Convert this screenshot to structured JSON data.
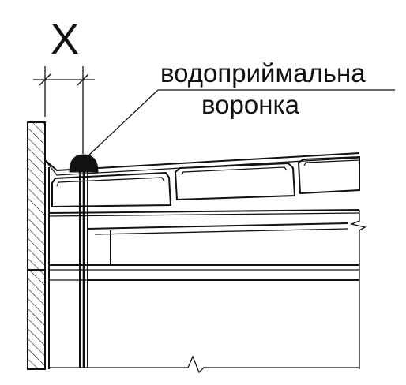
{
  "dimension": {
    "label": "X"
  },
  "callout": {
    "line1": "водоприймальна",
    "line2": "воронка"
  },
  "colors": {
    "ink": "#111111",
    "background": "#ffffff"
  }
}
